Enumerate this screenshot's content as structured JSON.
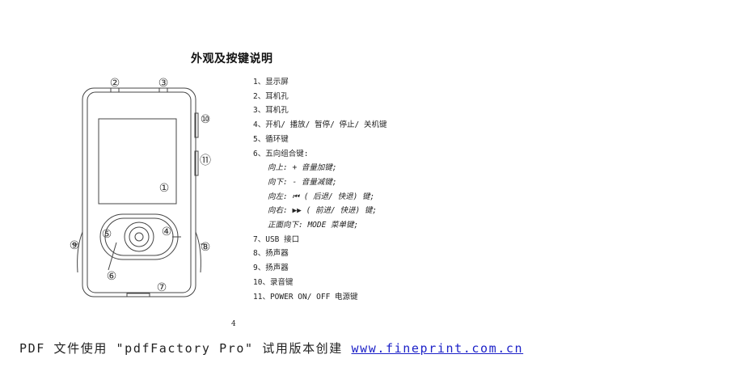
{
  "title": "外观及按键说明",
  "diagram": {
    "callouts": [
      "②",
      "③",
      "⑩",
      "⑪",
      "①",
      "⑤",
      "④",
      "⑨",
      "⑧",
      "⑥",
      "⑦"
    ]
  },
  "items": [
    {
      "text": "1、显示屏",
      "sub": false
    },
    {
      "text": "2、耳机孔",
      "sub": false
    },
    {
      "text": "3、耳机孔",
      "sub": false
    },
    {
      "text": "4、开机/ 播放/ 暂停/ 停止/ 关机键",
      "sub": false
    },
    {
      "text": "5、循环键",
      "sub": false
    },
    {
      "text": "6、五向组合键:",
      "sub": false
    },
    {
      "text": "向上: + 音量加键;",
      "sub": true
    },
    {
      "text": "向下: - 音量减键;",
      "sub": true
    },
    {
      "text": "向左: ⏮ ( 后退/ 快退) 键;",
      "sub": true
    },
    {
      "text": "向右: ▶▶ ( 前进/ 快进) 键;",
      "sub": true
    },
    {
      "text": "正面向下: MODE 菜单键;",
      "sub": true
    },
    {
      "text": "7、USB 接口",
      "sub": false
    },
    {
      "text": "8、扬声器",
      "sub": false
    },
    {
      "text": "9、扬声器",
      "sub": false
    },
    {
      "text": "10、录音键",
      "sub": false
    },
    {
      "text": "11、POWER ON/ OFF 电源键",
      "sub": false
    }
  ],
  "page_number": "4",
  "footer": {
    "text": "PDF 文件使用 \"pdfFactory Pro\" 试用版本创建 ",
    "link": "www.fineprint.com.cn"
  }
}
